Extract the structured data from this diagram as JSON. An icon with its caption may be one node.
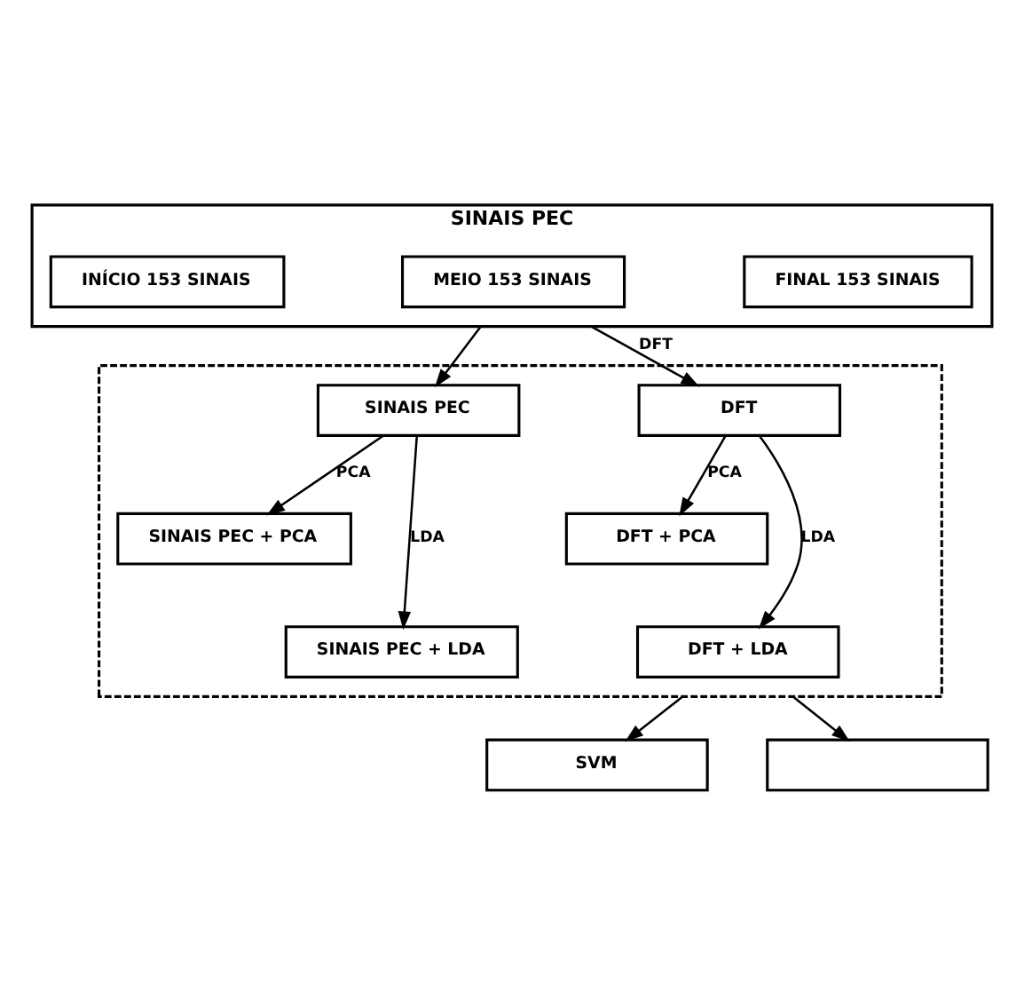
{
  "diagram": {
    "nodes": [
      {
        "text": [
          "SINAIS PEC"
        ]
      },
      {
        "text": [
          "INÍCIO 153 SINAIS"
        ],
        "in": 0
      },
      {
        "text": [
          "MEIO 153 SINAIS"
        ],
        "in": 0
      },
      {
        "text": [
          "FINAL 153 SINAIS"
        ],
        "in": 0
      },
      {
        "text": [],
        "shape": "box"
      },
      {
        "text": [
          "SINAIS PEC"
        ],
        "in": 4
      },
      {
        "text": [
          "DFT"
        ],
        "in": 4
      },
      {
        "text": [
          "SINAIS PEC + PCA"
        ],
        "in": 4
      },
      {
        "text": [
          "DFT + PCA"
        ],
        "in": 4
      },
      {
        "text": [
          "SINAIS PEC + LDA"
        ],
        "in": 4
      },
      {
        "text": [
          "DFT + LDA"
        ],
        "in": 4
      },
      {
        "text": [
          "SVM"
        ]
      },
      {
        "text": [],
        "shape": "box"
      }
    ],
    "edges": [
      {
        "from": 0,
        "to": 5,
        "arrow": "to"
      },
      {
        "from": 0,
        "to": 6,
        "arrow": "to",
        "label": "DFT"
      },
      {
        "from": 5,
        "to": 7,
        "arrow": "to",
        "label": "PCA"
      },
      {
        "from": 6,
        "to": 8,
        "arrow": "to",
        "label": "PCA"
      },
      {
        "from": 5,
        "to": 9,
        "arrow": "to",
        "label": "LDA"
      },
      {
        "from": 6,
        "to": 10,
        "arrow": "to",
        "label": "LDA"
      },
      {
        "from": 4,
        "to": 11,
        "arrow": "to"
      },
      {
        "from": 4,
        "to": 12,
        "arrow": "to"
      }
    ]
  }
}
